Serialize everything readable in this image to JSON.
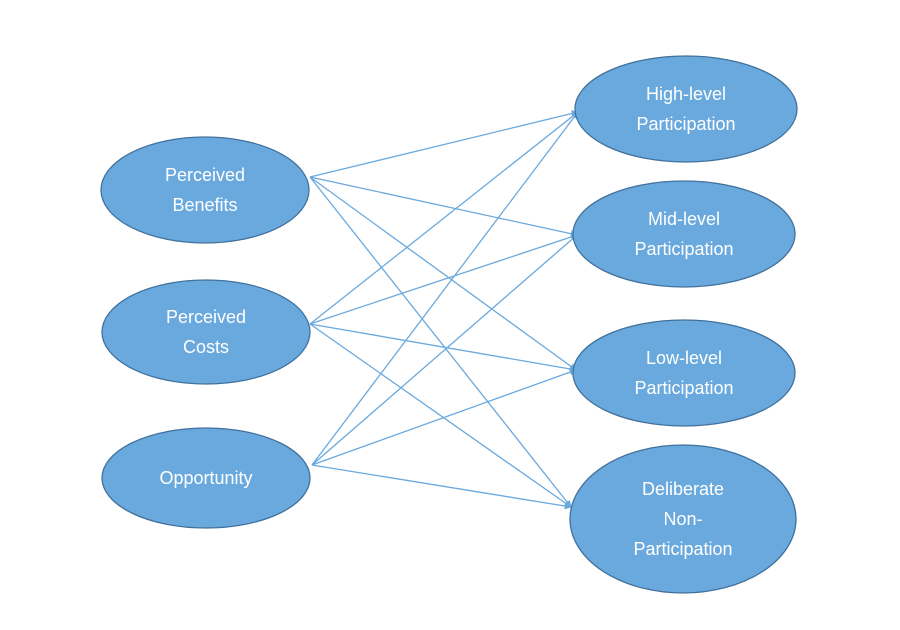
{
  "diagram": {
    "colors": {
      "node_fill": "#6aa9dd",
      "node_border": "#41719c",
      "node_text": "#ffffff",
      "arrow": "#6aa9dd"
    },
    "sources": [
      {
        "id": "benefits",
        "lines": [
          "Perceived",
          "Benefits"
        ]
      },
      {
        "id": "costs",
        "lines": [
          "Perceived",
          "Costs"
        ]
      },
      {
        "id": "opportunity",
        "lines": [
          "Opportunity"
        ]
      }
    ],
    "targets": [
      {
        "id": "high",
        "lines": [
          "High-level",
          "Participation"
        ]
      },
      {
        "id": "mid",
        "lines": [
          "Mid-level",
          "Participation"
        ]
      },
      {
        "id": "low",
        "lines": [
          "Low-level",
          "Participation"
        ]
      },
      {
        "id": "deliberate",
        "lines": [
          "Deliberate",
          "Non-",
          "Participation"
        ]
      }
    ],
    "edges": [
      {
        "from": "benefits",
        "to": "high"
      },
      {
        "from": "benefits",
        "to": "mid"
      },
      {
        "from": "benefits",
        "to": "low"
      },
      {
        "from": "benefits",
        "to": "deliberate"
      },
      {
        "from": "costs",
        "to": "high"
      },
      {
        "from": "costs",
        "to": "mid"
      },
      {
        "from": "costs",
        "to": "low"
      },
      {
        "from": "costs",
        "to": "deliberate"
      },
      {
        "from": "opportunity",
        "to": "high"
      },
      {
        "from": "opportunity",
        "to": "mid"
      },
      {
        "from": "opportunity",
        "to": "low"
      },
      {
        "from": "opportunity",
        "to": "deliberate"
      }
    ]
  }
}
